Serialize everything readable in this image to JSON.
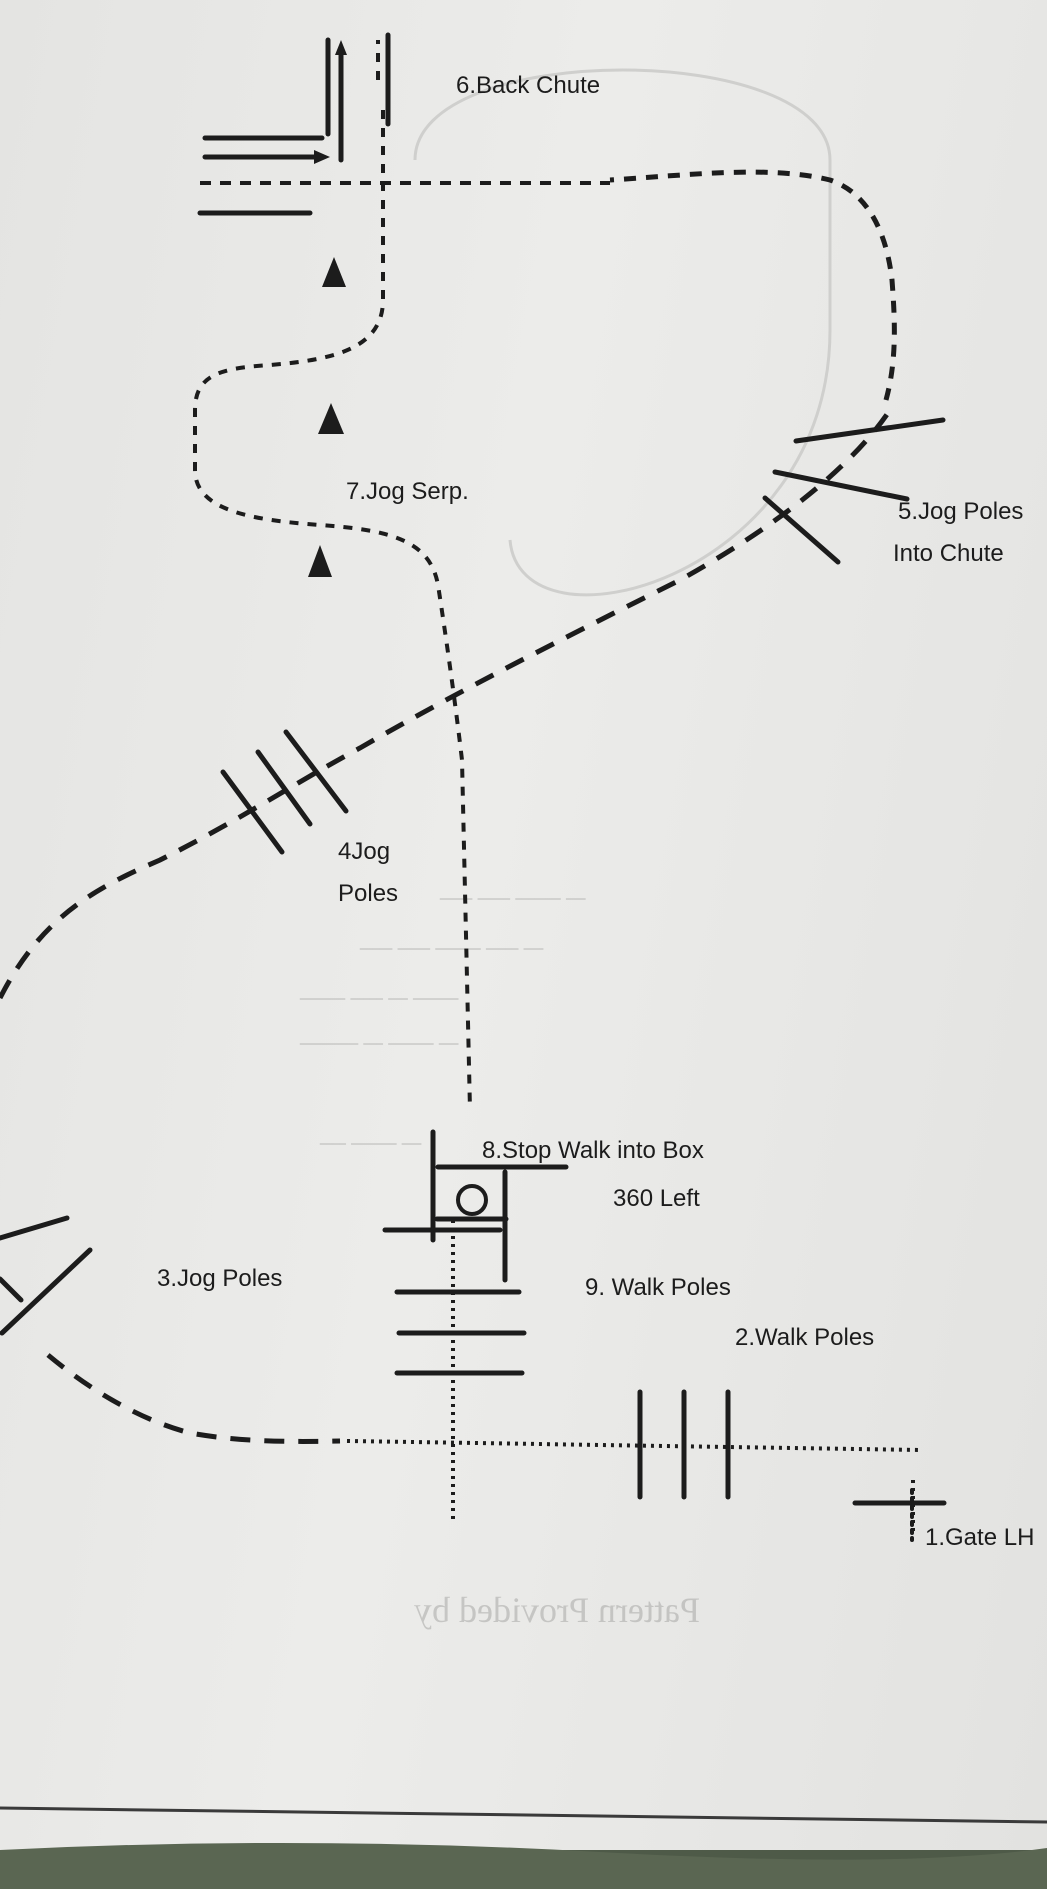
{
  "labels": {
    "obstacle_6": "6.Back Chute",
    "obstacle_7": "7.Jog Serp.",
    "obstacle_5_line1": "5.Jog Poles",
    "obstacle_5_line2": "Into Chute",
    "obstacle_4_line1": "4Jog",
    "obstacle_4_line2": "Poles",
    "obstacle_8": "8.Stop Walk into Box",
    "obstacle_8_detail": "360 Left",
    "obstacle_3": "3.Jog Poles",
    "obstacle_9": "9. Walk Poles",
    "obstacle_2": "2.Walk Poles",
    "obstacle_1": "1.Gate LH",
    "ghost_text": "Pattern Provided by"
  },
  "colors": {
    "ink": "#1c1c1c",
    "paper": "#e8e8e6"
  }
}
